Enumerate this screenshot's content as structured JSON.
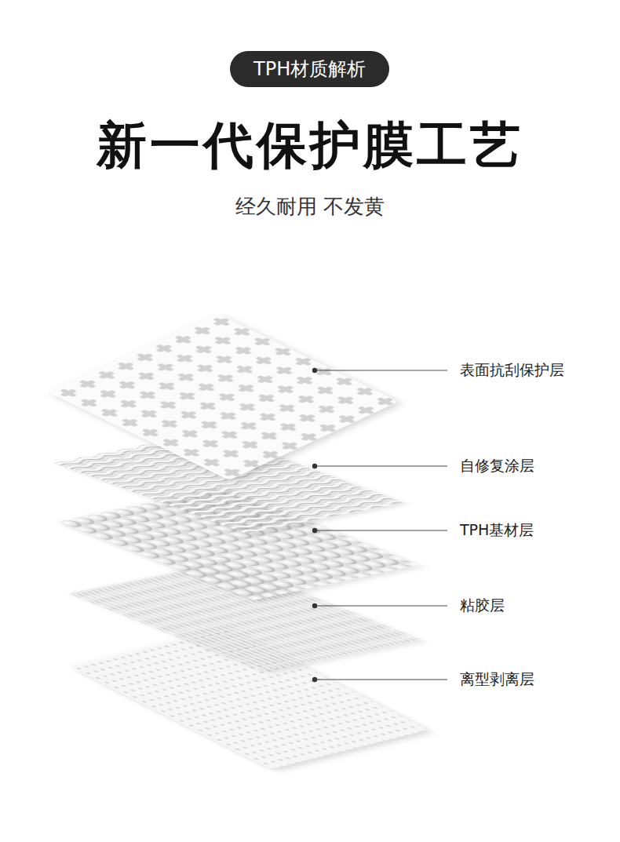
{
  "diagram": {
    "title": "新一代保护膜工艺",
    "nodes": [
      {
        "text": [
          "TPH材质解析"
        ]
      }
    ],
    "labels": [
      "经久耐用 不发黄",
      "表面抗刮保护层",
      "自修复涂层",
      "TPH基材层",
      "粘胶层",
      "离型剥离层"
    ]
  }
}
